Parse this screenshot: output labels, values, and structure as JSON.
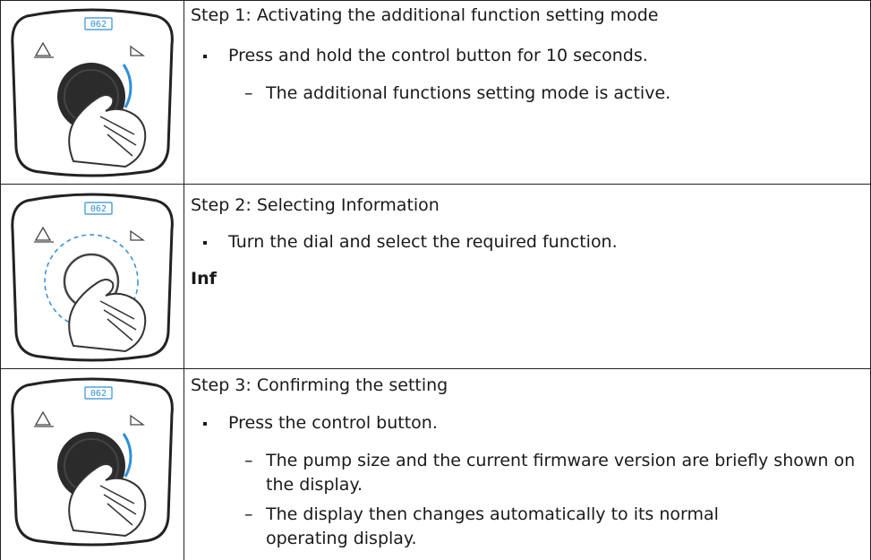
{
  "steps": [
    {
      "title": "Step 1: Activating the additional function setting mode",
      "bullet": "Press and hold the control button for 10 seconds.",
      "sub": [
        "The additional functions setting mode is active."
      ],
      "display_value": "062"
    },
    {
      "title": "Step 2: Selecting Information",
      "bullet": "Turn the dial and select the required function.",
      "bold_label": "Inf",
      "display_value": "062"
    },
    {
      "title": "Step 3: Confirming the setting",
      "bullet": "Press the control button.",
      "sub": [
        "The pump size and the current firmware version are briefly shown on the display.",
        "The display then changes automatically to its normal operating display."
      ],
      "display_value": "062"
    }
  ],
  "colors": {
    "accent": "#2f8fd8",
    "knob": "#2b2b2b"
  }
}
